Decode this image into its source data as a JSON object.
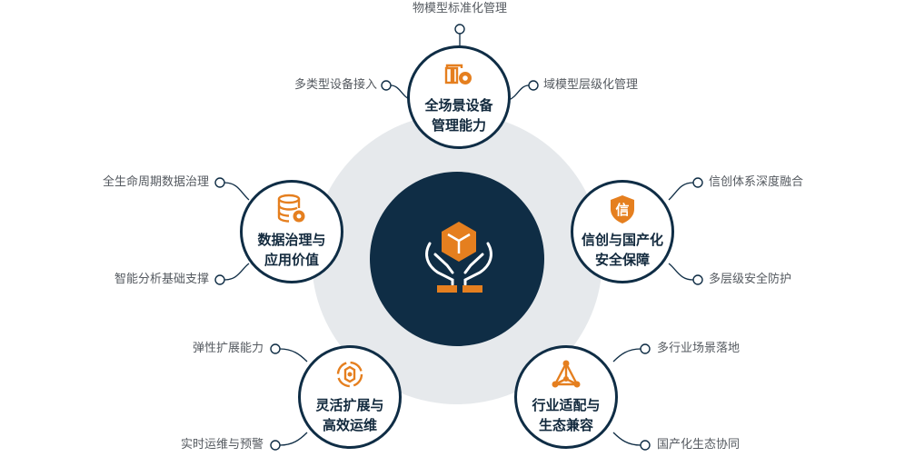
{
  "center": {
    "icon": "hands-holding-cube-icon"
  },
  "nodes": [
    {
      "id": "top",
      "title1": "全场景设备",
      "title2": "管理能力",
      "icon": "device-gear-icon",
      "features": [
        "物模型标准化管理",
        "多类型设备接入",
        "域模型层级化管理"
      ]
    },
    {
      "id": "right",
      "title1": "信创与国产化",
      "title2": "安全保障",
      "icon": "shield-xin-icon",
      "icon_text": "信",
      "features": [
        "信创体系深度融合",
        "多层级安全防护"
      ]
    },
    {
      "id": "left",
      "title1": "数据治理与",
      "title2": "应用价值",
      "icon": "database-gear-icon",
      "features": [
        "全生命周期数据治理",
        "智能分析基础支撑"
      ]
    },
    {
      "id": "bottom-left",
      "title1": "灵活扩展与",
      "title2": "高效运维",
      "icon": "cycle-gear-icon",
      "features": [
        "弹性扩展能力",
        "实时运维与预警"
      ]
    },
    {
      "id": "bottom-right",
      "title1": "行业适配与",
      "title2": "生态兼容",
      "icon": "network-triangle-icon",
      "features": [
        "多行业场景落地",
        "国产化生态协同"
      ]
    }
  ],
  "colors": {
    "navy": "#0f2d45",
    "orange": "#e57f1f",
    "ring": "#e6e9ec",
    "text": "#555a60"
  }
}
